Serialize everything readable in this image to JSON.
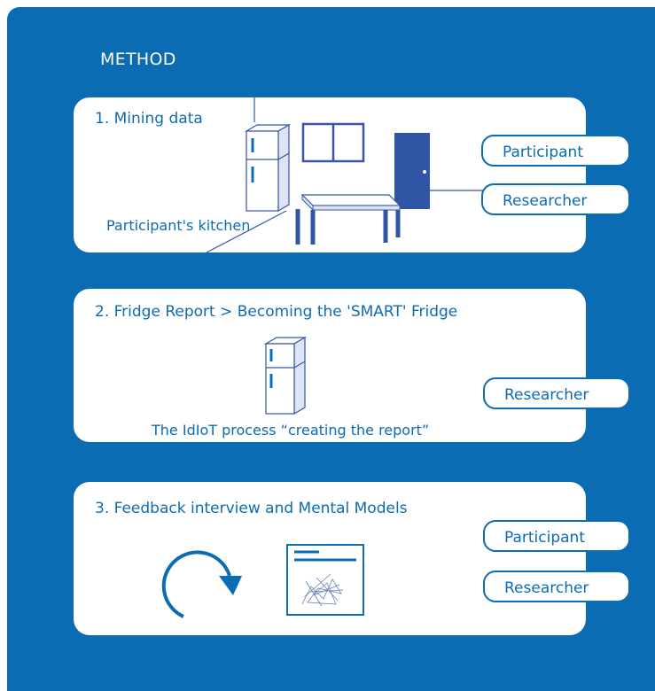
{
  "header": {
    "title": "METHOD"
  },
  "steps": [
    {
      "title": "1. Mining data",
      "caption": "Participant's kitchen",
      "roles": [
        "Participant",
        "Researcher"
      ]
    },
    {
      "title": "2. Fridge Report > Becoming the 'SMART' Fridge",
      "caption": "The IdIoT process “creating the report”",
      "roles": [
        "Researcher"
      ]
    },
    {
      "title": "3. Feedback interview and Mental Models",
      "roles": [
        "Participant",
        "Researcher"
      ]
    }
  ],
  "colors": {
    "brand_blue": "#0c6cb3",
    "fridge_fill": "#dde4f4",
    "stroke": "#3a55a8"
  },
  "icons": [
    "kitchen-illustration",
    "fridge-icon",
    "refresh-arrow-icon",
    "report-document-icon"
  ]
}
